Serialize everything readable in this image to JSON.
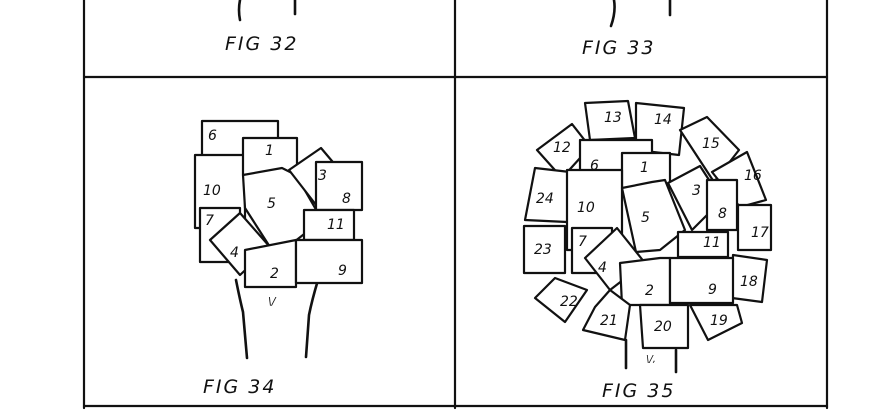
{
  "figures": {
    "fig32": {
      "label": "FIG 32"
    },
    "fig33": {
      "label": "FIG 33"
    },
    "fig34": {
      "label": "FIG 34",
      "tiles": [
        "6",
        "1",
        "10",
        "5",
        "3",
        "8",
        "7",
        "4",
        "11",
        "2",
        "9"
      ],
      "trunk_mark": "\\/"
    },
    "fig35": {
      "label": "FIG 35",
      "tiles": [
        "13",
        "14",
        "12",
        "15",
        "6",
        "1",
        "16",
        "24",
        "10",
        "5",
        "3",
        "8",
        "17",
        "23",
        "7",
        "11",
        "4",
        "18",
        "22",
        "2",
        "9",
        "21",
        "20",
        "19"
      ],
      "trunk_mark": "\\/,"
    }
  },
  "colors": {
    "ink": "#111111",
    "paper": "#ffffff"
  }
}
